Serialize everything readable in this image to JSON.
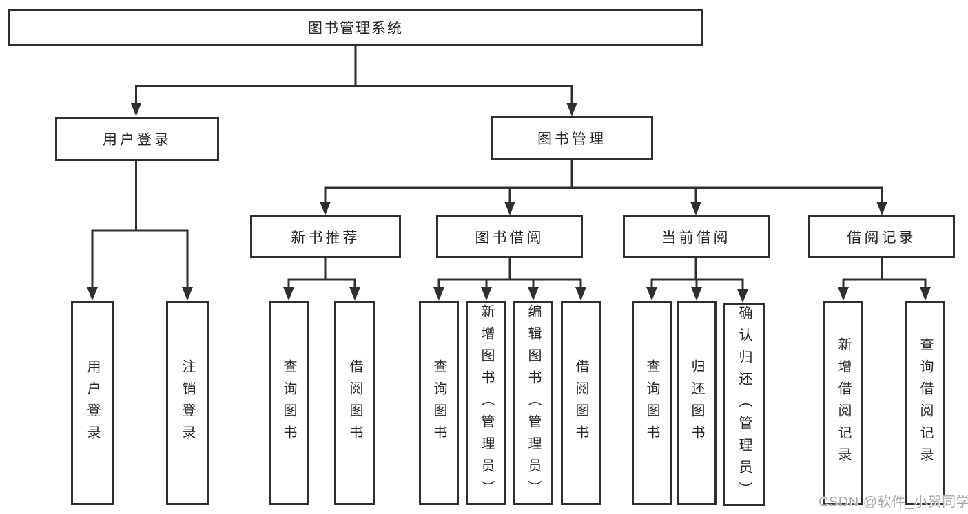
{
  "tree": {
    "root": "图书管理系统",
    "level2": [
      {
        "label": "用户登录",
        "children": [
          "用户登录",
          "注销登录"
        ]
      },
      {
        "label": "图书管理",
        "sections": [
          {
            "label": "新书推荐",
            "children": [
              "查询图书",
              "借阅图书"
            ]
          },
          {
            "label": "图书借阅",
            "children": [
              "查询图书",
              "新增图书（管理员）",
              "编辑图书（管理员）",
              "借阅图书"
            ]
          },
          {
            "label": "当前借阅",
            "children": [
              "查询图书",
              "归还图书",
              "确认归还（管理员）"
            ]
          },
          {
            "label": "借阅记录",
            "children": [
              "新增借阅记录",
              "查询借阅记录"
            ]
          }
        ]
      }
    ]
  },
  "watermark": "CSDN @软件_小贺同学",
  "colors": {
    "line": "#2f2f2f",
    "text": "#262626",
    "watermark": "#a9a9a9",
    "background": "#ffffff"
  }
}
